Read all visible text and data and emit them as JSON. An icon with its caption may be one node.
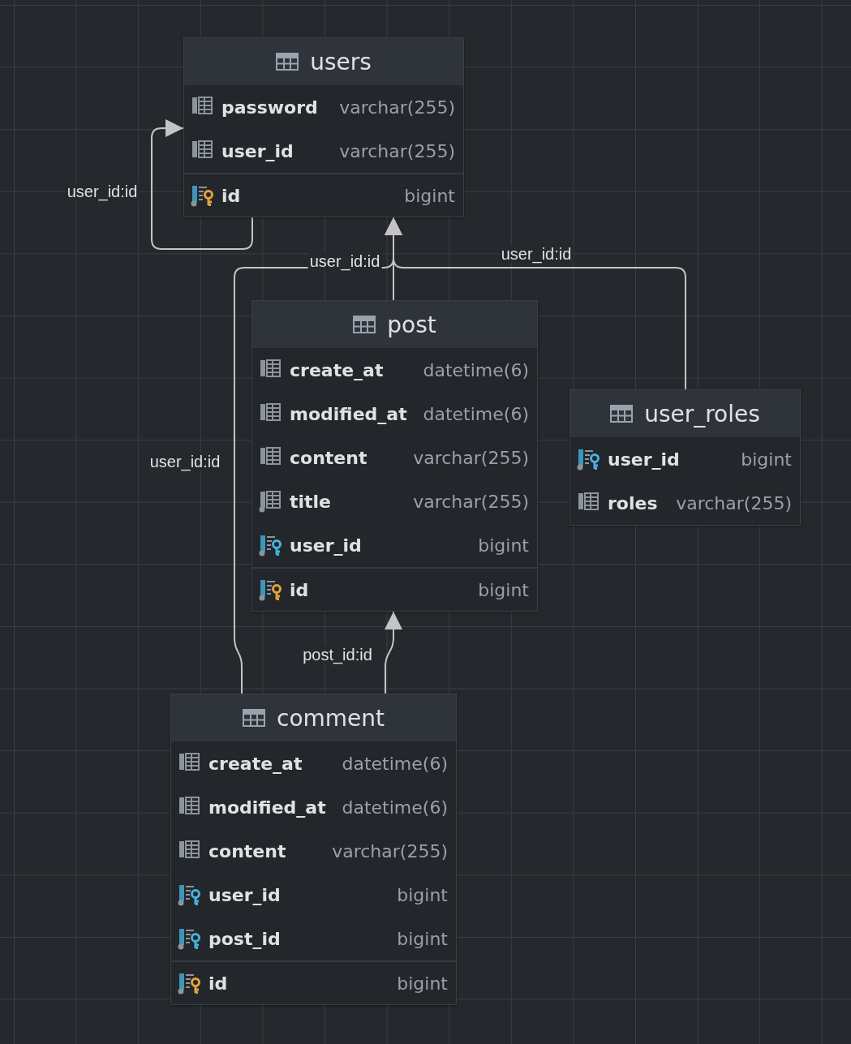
{
  "diagram": {
    "nodes": [
      {
        "text": [
          "users"
        ]
      },
      {
        "text": [
          "password",
          "varchar(255)"
        ],
        "in": 0
      },
      {
        "text": [
          "user_id",
          "varchar(255)"
        ],
        "in": 0
      },
      {
        "text": [
          "id",
          "bigint"
        ],
        "in": 0
      },
      {
        "text": [
          "post"
        ]
      },
      {
        "text": [
          "create_at",
          "datetime(6)"
        ],
        "in": 4
      },
      {
        "text": [
          "modified_at",
          "datetime(6)"
        ],
        "in": 4
      },
      {
        "text": [
          "content",
          "varchar(255)"
        ],
        "in": 4
      },
      {
        "text": [
          "title",
          "varchar(255)"
        ],
        "in": 4
      },
      {
        "text": [
          "user_id",
          "bigint"
        ],
        "in": 4
      },
      {
        "text": [
          "id",
          "bigint"
        ],
        "in": 4
      },
      {
        "text": [
          "user_roles"
        ]
      },
      {
        "text": [
          "user_id",
          "bigint"
        ],
        "in": 11
      },
      {
        "text": [
          "roles",
          "varchar(255)"
        ],
        "in": 11
      },
      {
        "text": [
          "comment"
        ]
      },
      {
        "text": [
          "create_at",
          "datetime(6)"
        ],
        "in": 14
      },
      {
        "text": [
          "modified_at",
          "datetime(6)"
        ],
        "in": 14
      },
      {
        "text": [
          "content",
          "varchar(255)"
        ],
        "in": 14
      },
      {
        "text": [
          "user_id",
          "bigint"
        ],
        "in": 14
      },
      {
        "text": [
          "post_id",
          "bigint"
        ],
        "in": 14
      },
      {
        "text": [
          "id",
          "bigint"
        ],
        "in": 14
      }
    ],
    "edges": [
      {
        "from": 3,
        "to": 2,
        "arrow": "to",
        "label": "user_id:id"
      },
      {
        "from": 4,
        "to": 0,
        "arrow": "to",
        "label": "user_id:id"
      },
      {
        "from": 11,
        "to": 0,
        "arrow": "to",
        "label": "user_id:id"
      },
      {
        "from": 14,
        "to": 0,
        "arrow": "to",
        "label": "user_id:id"
      },
      {
        "from": 14,
        "to": 4,
        "arrow": "to",
        "label": "post_id:id"
      }
    ]
  }
}
